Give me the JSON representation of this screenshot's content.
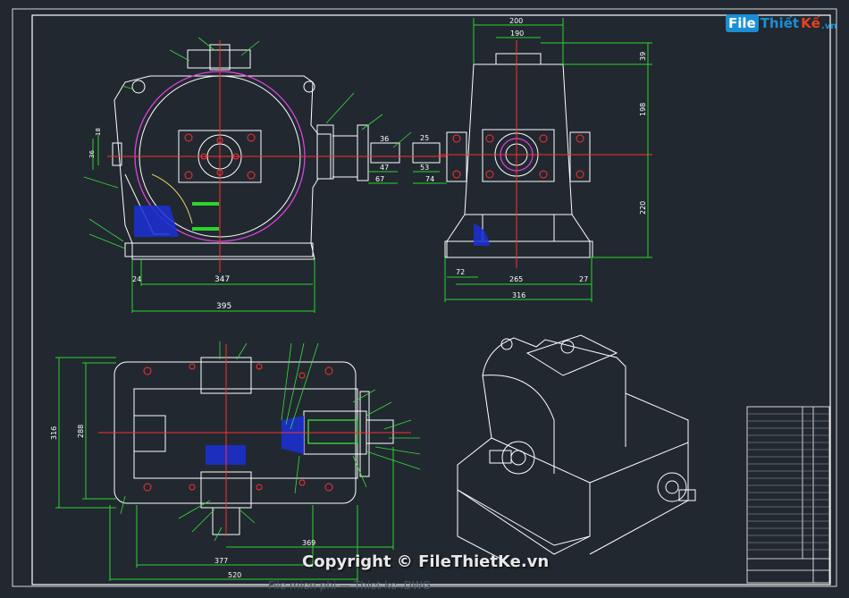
{
  "branding": {
    "logo_file": "File",
    "logo_thiet": "Thiết",
    "logo_ke": "Kế",
    "logo_vn": ".vn",
    "copyright": "Copyright © FileThietKe.vn",
    "watermark": "File mien phi — Thiet ke .DWG"
  },
  "dims": {
    "front_width_347": "347",
    "front_width_395": "395",
    "front_offset_24": "24",
    "front_shaft_18": "18",
    "front_shaft_36": "36",
    "shaft_36": "36",
    "shaft_47": "47",
    "shaft_67": "67",
    "shaft_25": "25",
    "shaft_53": "53",
    "shaft_74": "74",
    "side_200": "200",
    "side_190": "190",
    "side_39": "39",
    "side_198": "198",
    "side_220": "220",
    "side_72": "72",
    "side_265": "265",
    "side_27": "27",
    "side_316": "316",
    "top_316": "316",
    "top_288": "288",
    "top_369": "369",
    "top_377": "377",
    "top_520": "520"
  },
  "colors": {
    "background": "#212830",
    "outline": "#ffffff",
    "dimension": "#2bd52b",
    "centerline": "#ff3030",
    "gear": "#e040e0",
    "hatch": "#1a2fd6",
    "leader": "#39e039"
  }
}
